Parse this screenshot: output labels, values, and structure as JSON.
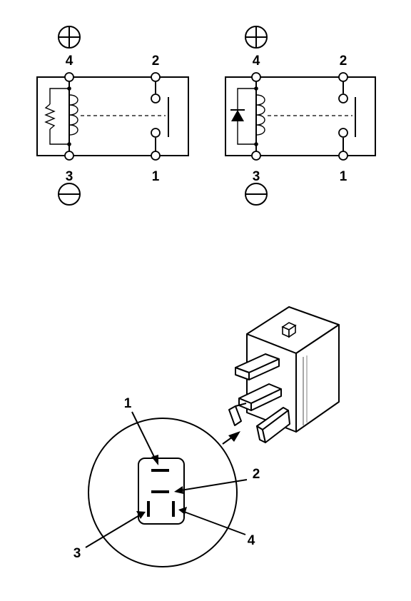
{
  "left_relay": {
    "terminal_top_left": "4",
    "terminal_top_right": "2",
    "terminal_bottom_left": "3",
    "terminal_bottom_right": "1"
  },
  "right_relay": {
    "terminal_top_left": "4",
    "terminal_top_right": "2",
    "terminal_bottom_left": "3",
    "terminal_bottom_right": "1"
  },
  "socket_callouts": {
    "pin_1": "1",
    "pin_2": "2",
    "pin_3": "3",
    "pin_4": "4"
  },
  "icons": [
    "plus-circle-icon",
    "minus-circle-icon",
    "resistor-symbol",
    "coil-symbol",
    "diode-symbol",
    "switch-contact-symbol",
    "relay-body",
    "socket-magnifier"
  ]
}
